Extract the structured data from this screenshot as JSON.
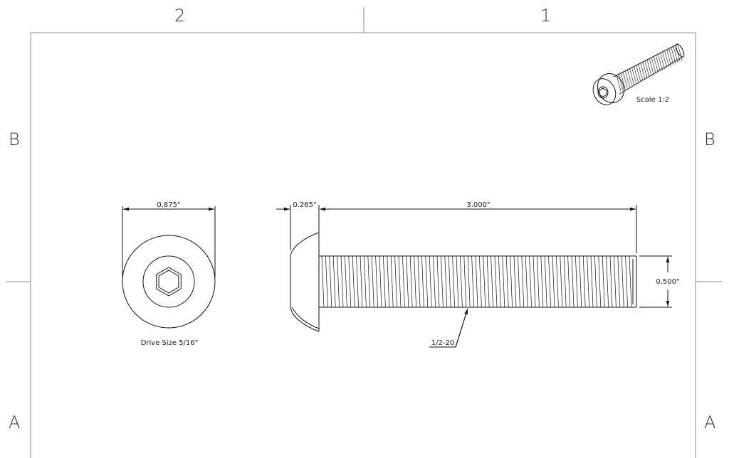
{
  "zones": {
    "col_left": "2",
    "col_right": "1",
    "row_upper_left": "B",
    "row_upper_right": "B",
    "row_lower_left": "A",
    "row_lower_right": "A"
  },
  "iso_view": {
    "scale_label": "Scale 1:2"
  },
  "end_view": {
    "head_diameter": "0.875\"",
    "drive_note": "Drive Size 5/16\""
  },
  "side_view": {
    "head_height": "0.265\"",
    "length": "3.000\"",
    "thread_diameter": "0.500\"",
    "thread_callout": "1/2-20"
  },
  "colors": {
    "line": "#111111",
    "border": "#8a8a8a"
  }
}
